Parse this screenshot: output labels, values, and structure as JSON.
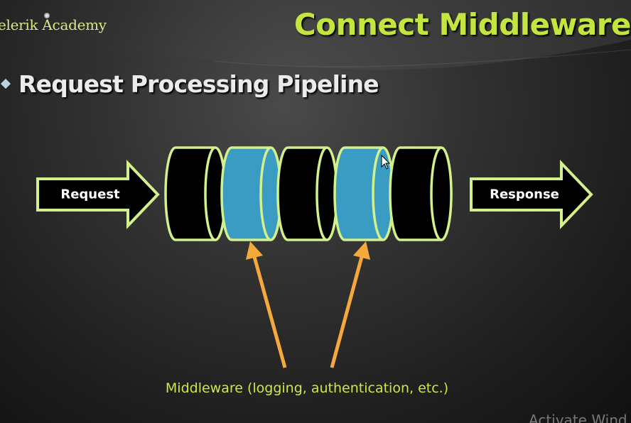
{
  "header": {
    "logo_text": "elerik Academy",
    "slide_title": "Connect Middleware"
  },
  "bullet": {
    "text": "Request Processing Pipeline"
  },
  "diagram": {
    "request_label": "Request",
    "response_label": "Response",
    "middleware_caption": "Middleware (logging, authentication, etc.)",
    "cylinder_fills": [
      "#000000",
      "#3a9bc3",
      "#000000",
      "#3a9bc3",
      "#000000"
    ]
  },
  "overlay": {
    "watermark_text": "Activate Wind"
  },
  "colors": {
    "accent_green": "#c3e53f",
    "outline_green": "#d2f08c",
    "middleware_blue": "#3a9bc3",
    "arrow_orange": "#f5a93c"
  }
}
